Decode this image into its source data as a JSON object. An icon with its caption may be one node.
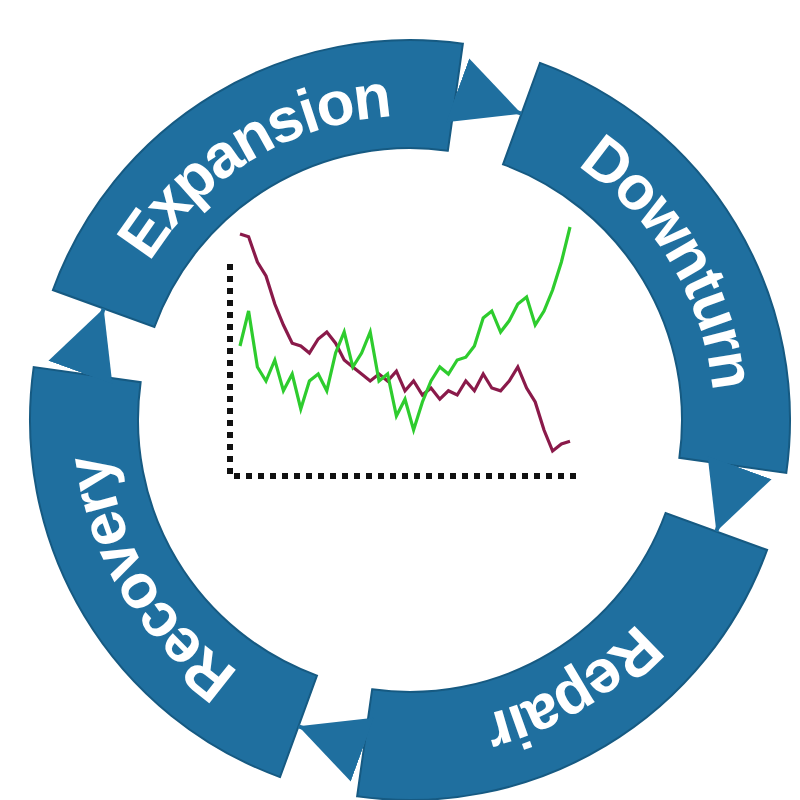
{
  "diagram": {
    "nodes": [
      {
        "text": [
          "Expansion"
        ]
      },
      {
        "text": [
          "Downturn"
        ]
      },
      {
        "text": [
          "Repair"
        ]
      },
      {
        "text": [
          "Recovery"
        ]
      }
    ],
    "edges": [
      {
        "from": 0,
        "to": 1,
        "arrow": "to"
      },
      {
        "from": 1,
        "to": 2,
        "arrow": "to"
      },
      {
        "from": 2,
        "to": 3,
        "arrow": "to"
      },
      {
        "from": 3,
        "to": 0,
        "arrow": "to"
      }
    ]
  }
}
